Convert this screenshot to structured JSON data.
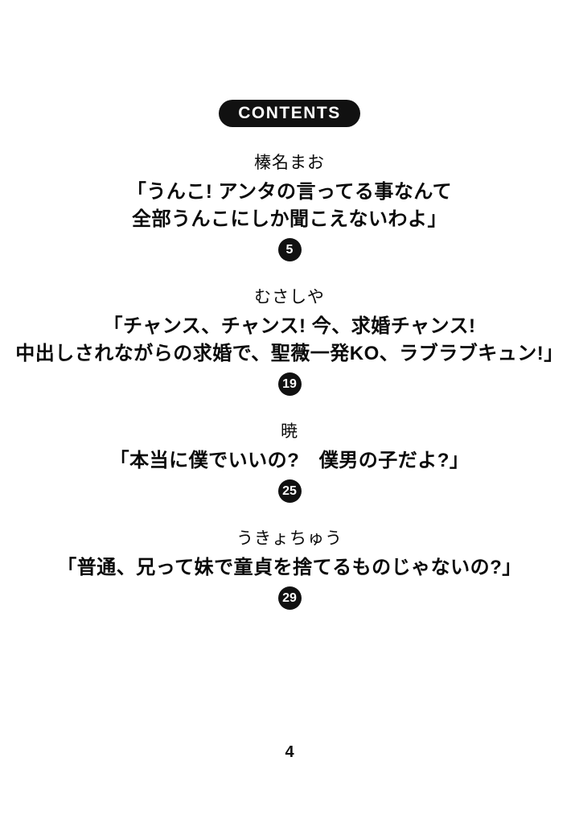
{
  "page": {
    "header": {
      "label": "CONTENTS"
    },
    "entries": [
      {
        "author": "榛名まお",
        "title_lines": [
          "「うんこ! アンタの言ってる事なんて",
          "全部うんこにしか聞こえないわよ」"
        ],
        "page": "5"
      },
      {
        "author": "むさしや",
        "title_lines": [
          "「チャンス、チャンス! 今、求婚チャンス!",
          "中出しされながらの求婚で、聖薇一発KO、ラブラブキュン!」"
        ],
        "page": "19"
      },
      {
        "author": "暁",
        "title_lines": [
          "「本当に僕でいいの?　僕男の子だよ?」"
        ],
        "page": "25"
      },
      {
        "author": "うきょちゅう",
        "title_lines": [
          "「普通、兄って妹で童貞を捨てるものじゃないの?」"
        ],
        "page": "29"
      }
    ],
    "footer": {
      "page_number": "4"
    },
    "colors": {
      "ink": "#111111",
      "paper": "#ffffff"
    }
  }
}
